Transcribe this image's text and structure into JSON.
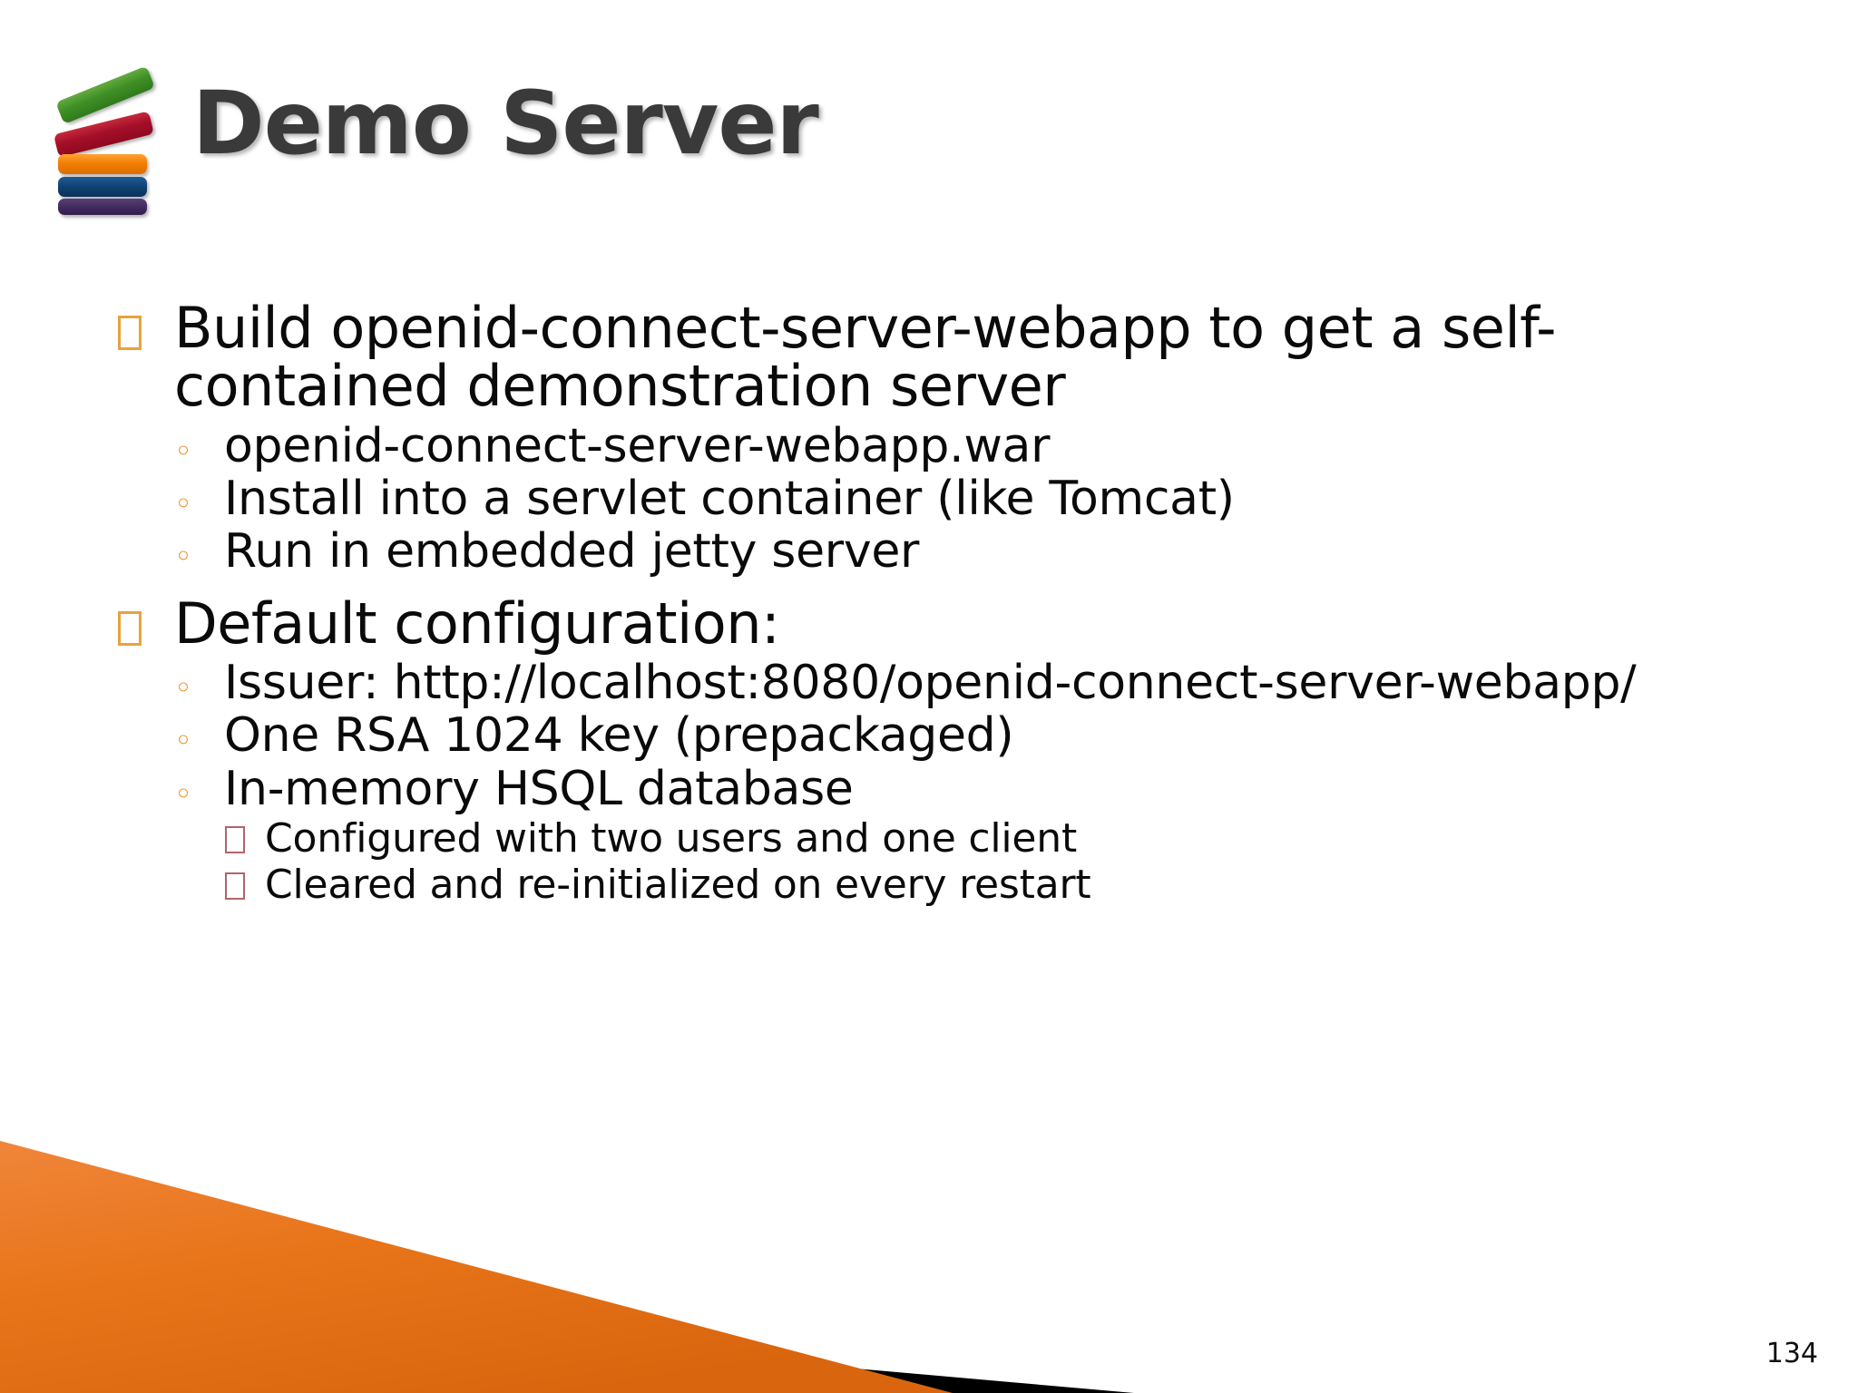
{
  "slide": {
    "title": "Demo Server",
    "page_number": "134",
    "logo_colors": {
      "green": "#3f8f26",
      "red": "#a50e28",
      "orange": "#f07c00",
      "blue": "#0f4273",
      "purple": "#40275c"
    },
    "accent_colors": {
      "bullet_level1": "#e8a33d",
      "bullet_level2": "#f08a1e",
      "bullet_level3": "#b4636b",
      "corner_orange": "#e8751a",
      "corner_black": "#000000",
      "corner_cream": "#fae3d9"
    }
  },
  "bullets": [
    {
      "level": 1,
      "marker": "square-box-bullet",
      "text": "Build openid-connect-server-webapp to get a self-contained demonstration server"
    },
    {
      "level": 2,
      "marker": "hollow-circle-bullet",
      "text": "openid-connect-server-webapp.war"
    },
    {
      "level": 2,
      "marker": "hollow-circle-bullet",
      "text": "Install into a servlet container (like Tomcat)"
    },
    {
      "level": 2,
      "marker": "hollow-circle-bullet",
      "text": "Run in embedded jetty server"
    },
    {
      "level": 1,
      "marker": "square-box-bullet",
      "text": "Default configuration:"
    },
    {
      "level": 2,
      "marker": "hollow-circle-bullet",
      "text": "Issuer: http://localhost:8080/openid-connect-server-webapp/"
    },
    {
      "level": 2,
      "marker": "hollow-circle-bullet",
      "text": "One RSA 1024 key (prepackaged)"
    },
    {
      "level": 2,
      "marker": "hollow-circle-bullet",
      "text": "In-memory HSQL database"
    },
    {
      "level": 3,
      "marker": "square-box-bullet",
      "text": "Configured with two users and one client"
    },
    {
      "level": 3,
      "marker": "square-box-bullet",
      "text": "Cleared and re-initialized on every restart"
    }
  ]
}
